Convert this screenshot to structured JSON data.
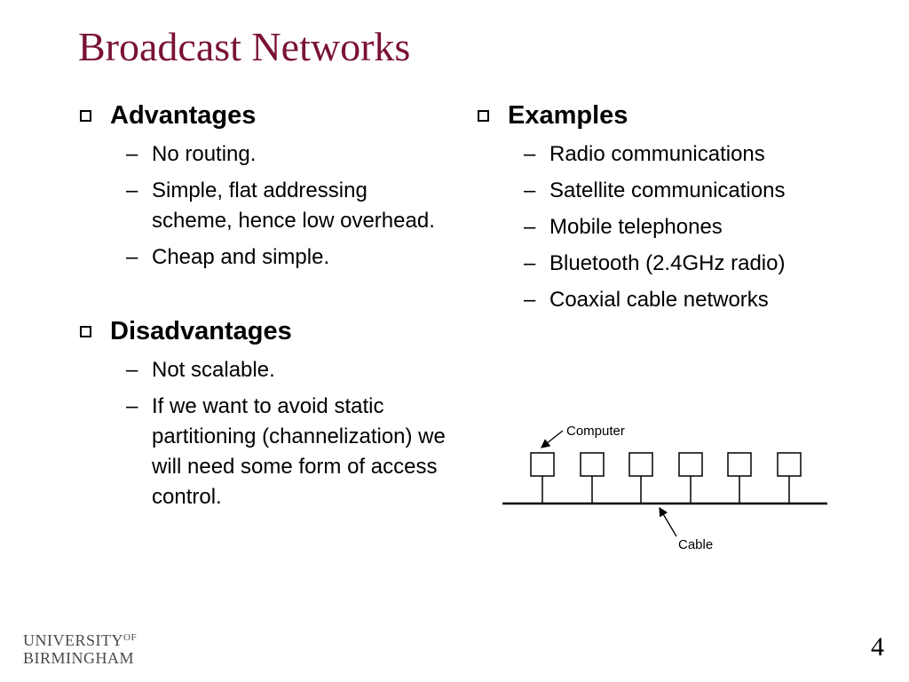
{
  "slide": {
    "title": "Broadcast Networks",
    "page_number": "4"
  },
  "advantages": {
    "heading": "Advantages",
    "items": [
      "No routing.",
      "Simple, flat addressing scheme, hence low overhead.",
      "Cheap and simple."
    ]
  },
  "disadvantages": {
    "heading": "Disadvantages",
    "items": [
      "Not scalable.",
      "If we want to avoid static partitioning (channelization) we will need some form of access control."
    ]
  },
  "examples": {
    "heading": "Examples",
    "items": [
      "Radio communications",
      "Satellite communications",
      "Mobile telephones",
      "Bluetooth (2.4GHz radio)",
      "Coaxial cable networks"
    ]
  },
  "diagram": {
    "computer_label": "Computer",
    "cable_label": "Cable"
  },
  "logo": {
    "line1": "UNIVERSITY",
    "of": "OF",
    "line2": "BIRMINGHAM"
  }
}
